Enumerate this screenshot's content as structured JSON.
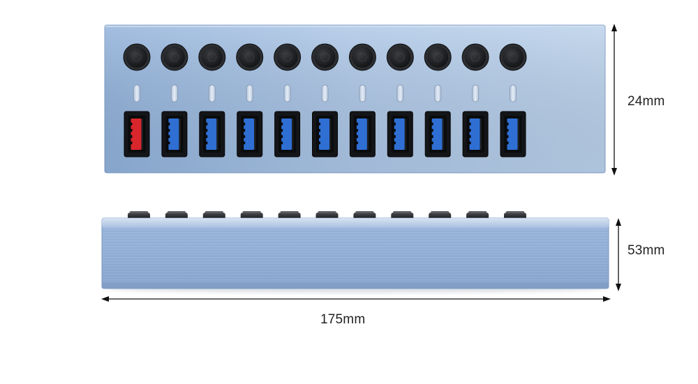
{
  "dimensions": {
    "height_label": "24mm",
    "depth_label": "53mm",
    "length_label": "175mm"
  },
  "hub": {
    "port_count": 11,
    "switch_count": 11,
    "led_count": 11,
    "ports": [
      {
        "type": "charging",
        "color": "#d8262c"
      },
      {
        "type": "data",
        "color": "#2f6fd3"
      },
      {
        "type": "data",
        "color": "#2f6fd3"
      },
      {
        "type": "data",
        "color": "#2f6fd3"
      },
      {
        "type": "data",
        "color": "#2f6fd3"
      },
      {
        "type": "data",
        "color": "#2f6fd3"
      },
      {
        "type": "data",
        "color": "#2f6fd3"
      },
      {
        "type": "data",
        "color": "#2f6fd3"
      },
      {
        "type": "data",
        "color": "#2f6fd3"
      },
      {
        "type": "data",
        "color": "#2f6fd3"
      },
      {
        "type": "data",
        "color": "#2f6fd3"
      }
    ],
    "colors": {
      "body": "#a9c3e2",
      "body_edge": "#8aa6c8",
      "switch": "#1b1c1e",
      "port_frame": "#141518",
      "led_window": "#c9d7e8"
    }
  }
}
